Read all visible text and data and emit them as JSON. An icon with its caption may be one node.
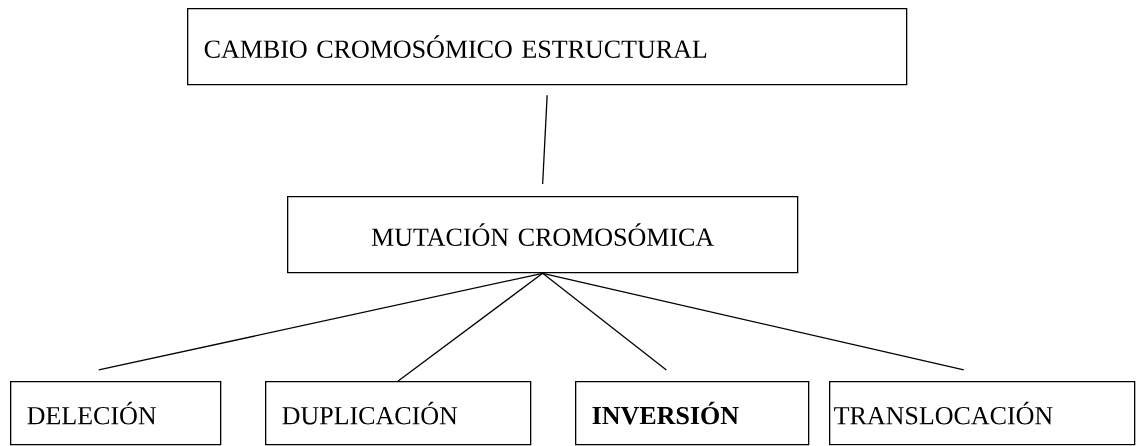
{
  "diagram": {
    "nodes": [
      {
        "text": [
          "CAMBIO CROMOSÓMICO ESTRUCTURAL"
        ]
      },
      {
        "text": [
          "MUTACIÓN CROMOSÓMICA"
        ]
      },
      {
        "text": [
          "DELECIÓN"
        ]
      },
      {
        "text": [
          "DUPLICACIÓN"
        ]
      },
      {
        "text": [
          "INVERSIÓN"
        ]
      },
      {
        "text": [
          "TRANSLOCACIÓN"
        ]
      }
    ],
    "edges": [
      {
        "from": 0,
        "to": 1,
        "arrow": "none"
      },
      {
        "from": 1,
        "to": 2,
        "arrow": "none"
      },
      {
        "from": 1,
        "to": 3,
        "arrow": "none"
      },
      {
        "from": 1,
        "to": 4,
        "arrow": "none"
      },
      {
        "from": 1,
        "to": 5,
        "arrow": "none"
      }
    ]
  }
}
